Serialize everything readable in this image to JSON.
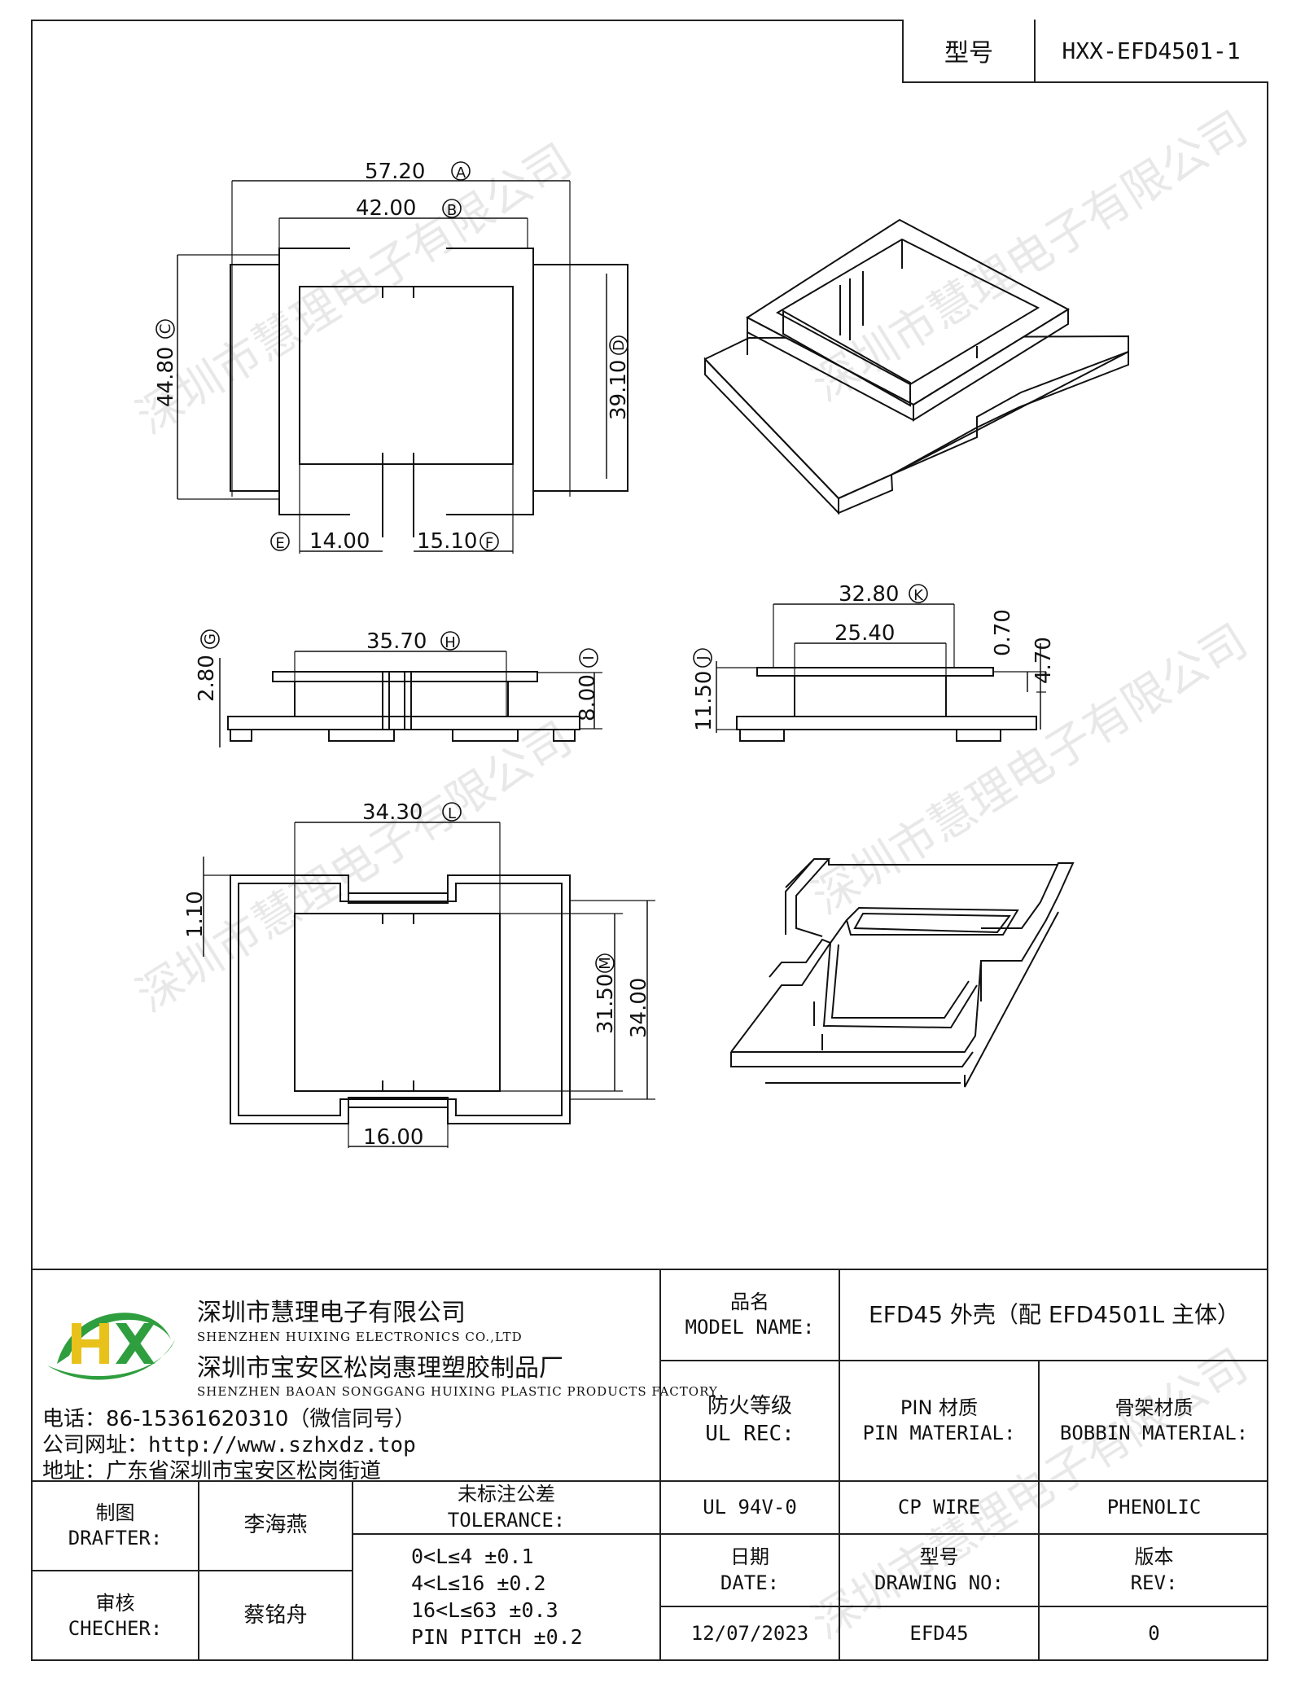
{
  "header": {
    "model_label": "型号",
    "model_value": "HXX-EFD4501-1"
  },
  "dimensions": {
    "A": "57.20",
    "B": "42.00",
    "C": "44.80",
    "D": "39.10",
    "E": "14.00",
    "F": "15.10",
    "G": "2.80",
    "H": "35.70",
    "I": "8.00",
    "J": "11.50",
    "K": "32.80",
    "K2": "25.40",
    "K3": "0.70",
    "K4": "4.70",
    "L": "34.30",
    "L2": "1.10",
    "M": "31.50",
    "M2": "34.00",
    "N": "16.00",
    "circle_labels": [
      "A",
      "B",
      "C",
      "D",
      "E",
      "F",
      "G",
      "H",
      "I",
      "J",
      "K",
      "L",
      "M"
    ]
  },
  "watermark": "深圳市慧理电子有限公司",
  "company": {
    "name_cn": "深圳市慧理电子有限公司",
    "name_en": "SHENZHEN HUIXING ELECTRONICS CO.,LTD",
    "factory_cn": "深圳市宝安区松岗惠理塑胶制品厂",
    "factory_en": "SHENZHEN BAOAN SONGGANG HUIXING PLASTIC PRODUCTS FACTORY",
    "phone": "电话：86-15361620310（微信同号）",
    "website": "公司网址：http://www.szhxdz.top",
    "address": "地址：广东省深圳市宝安区松岗街道",
    "logo_text": "HX",
    "logo_colors": {
      "green": "#2e9e3e",
      "yellow": "#e8c21a"
    }
  },
  "titleblock": {
    "model_name_label_cn": "品名",
    "model_name_label_en": "MODEL NAME:",
    "model_name_value": "EFD45 外壳（配 EFD4501L 主体）",
    "ul_label_cn": "防火等级",
    "ul_label_en": "UL REC:",
    "pin_label_cn": "PIN 材质",
    "pin_label_en": "PIN MATERIAL:",
    "bobbin_label_cn": "骨架材质",
    "bobbin_label_en": "BOBBIN MATERIAL:",
    "ul_value": "UL 94V-0",
    "pin_value": "CP WIRE",
    "bobbin_value": "PHENOLIC",
    "drafter_label_cn": "制图",
    "drafter_label_en": "DRAFTER:",
    "drafter_value": "李海燕",
    "checker_label_cn": "审核",
    "checker_label_en": "CHECHER:",
    "checker_value": "蔡铭舟",
    "tolerance_label_cn": "未标注公差",
    "tolerance_label_en": "TOLERANCE:",
    "tolerance_lines": [
      "0<L≤4   ±0.1",
      "4<L≤16  ±0.2",
      "16<L≤63 ±0.3",
      "PIN PITCH ±0.2"
    ],
    "date_label_cn": "日期",
    "date_label_en": "DATE:",
    "date_value": "12/07/2023",
    "drawing_label_cn": "型号",
    "drawing_label_en": "DRAWING NO:",
    "drawing_value": "EFD45",
    "rev_label_cn": "版本",
    "rev_label_en": "REV:",
    "rev_value": "0"
  }
}
